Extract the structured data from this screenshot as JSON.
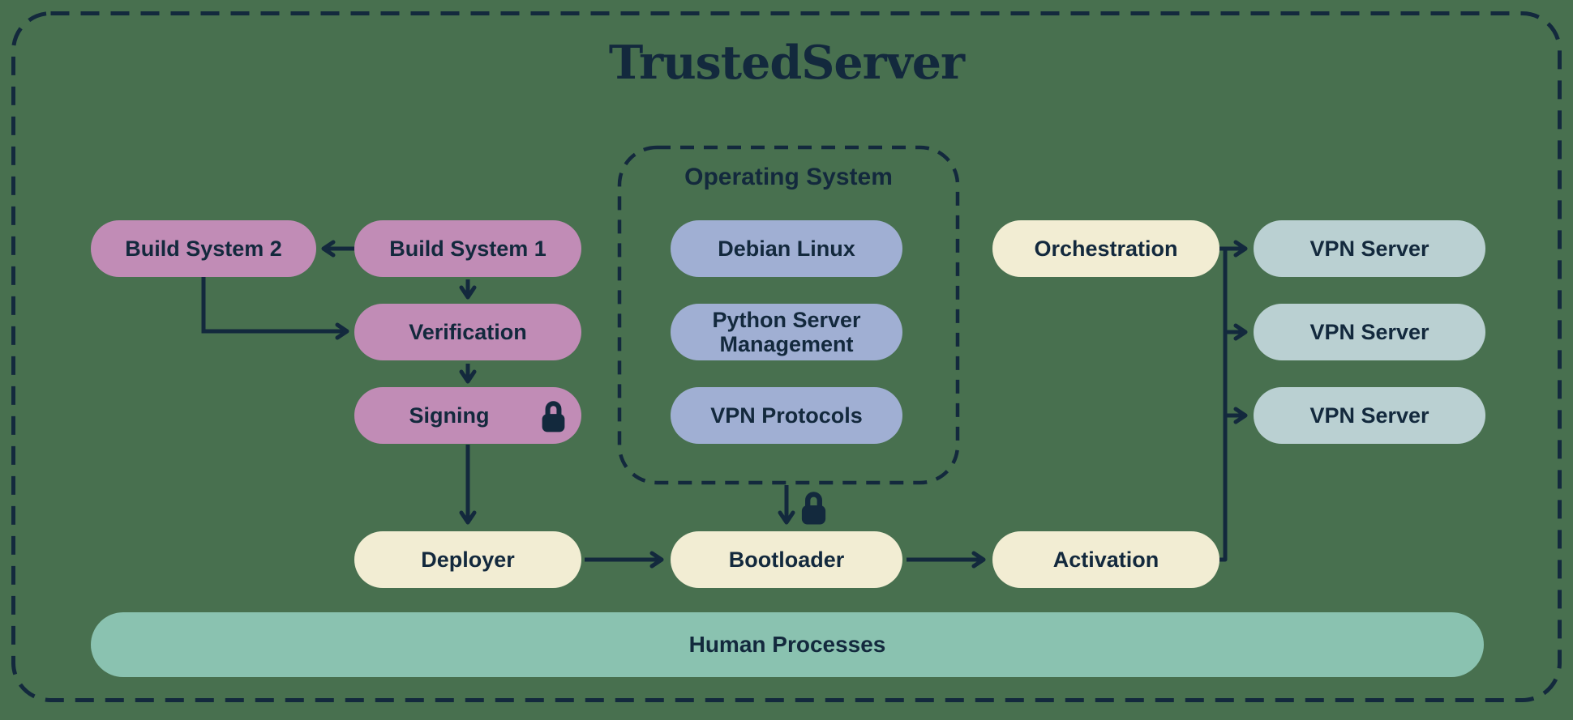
{
  "title": "TrustedServer",
  "colors": {
    "background": "#48704F",
    "ink": "#13293D",
    "pink": "#C18CB6",
    "periwinkle": "#A0AFD3",
    "cream": "#F2EDD3",
    "blue_gray": "#BAD0D2",
    "teal": "#8AC2B0"
  },
  "nodes": {
    "build_system_2": {
      "label": "Build System 2"
    },
    "build_system_1": {
      "label": "Build System 1"
    },
    "verification": {
      "label": "Verification"
    },
    "signing": {
      "label": "Signing",
      "has_lock_icon": true
    },
    "deployer": {
      "label": "Deployer"
    },
    "bootloader": {
      "label": "Bootloader"
    },
    "activation": {
      "label": "Activation"
    },
    "orchestration": {
      "label": "Orchestration"
    },
    "vpn_server_1": {
      "label": "VPN Server"
    },
    "vpn_server_2": {
      "label": "VPN Server"
    },
    "vpn_server_3": {
      "label": "VPN Server"
    },
    "debian_linux": {
      "label": "Debian Linux"
    },
    "python_server_management": {
      "label": "Python Server Management"
    },
    "vpn_protocols": {
      "label": "VPN Protocols"
    }
  },
  "groups": {
    "operating_system": {
      "label": "Operating System"
    }
  },
  "bars": {
    "human_processes": {
      "label": "Human Processes"
    }
  },
  "icons": {
    "lock_on_signing": "lock-icon",
    "lock_on_bootloader_arrow": "lock-icon"
  }
}
